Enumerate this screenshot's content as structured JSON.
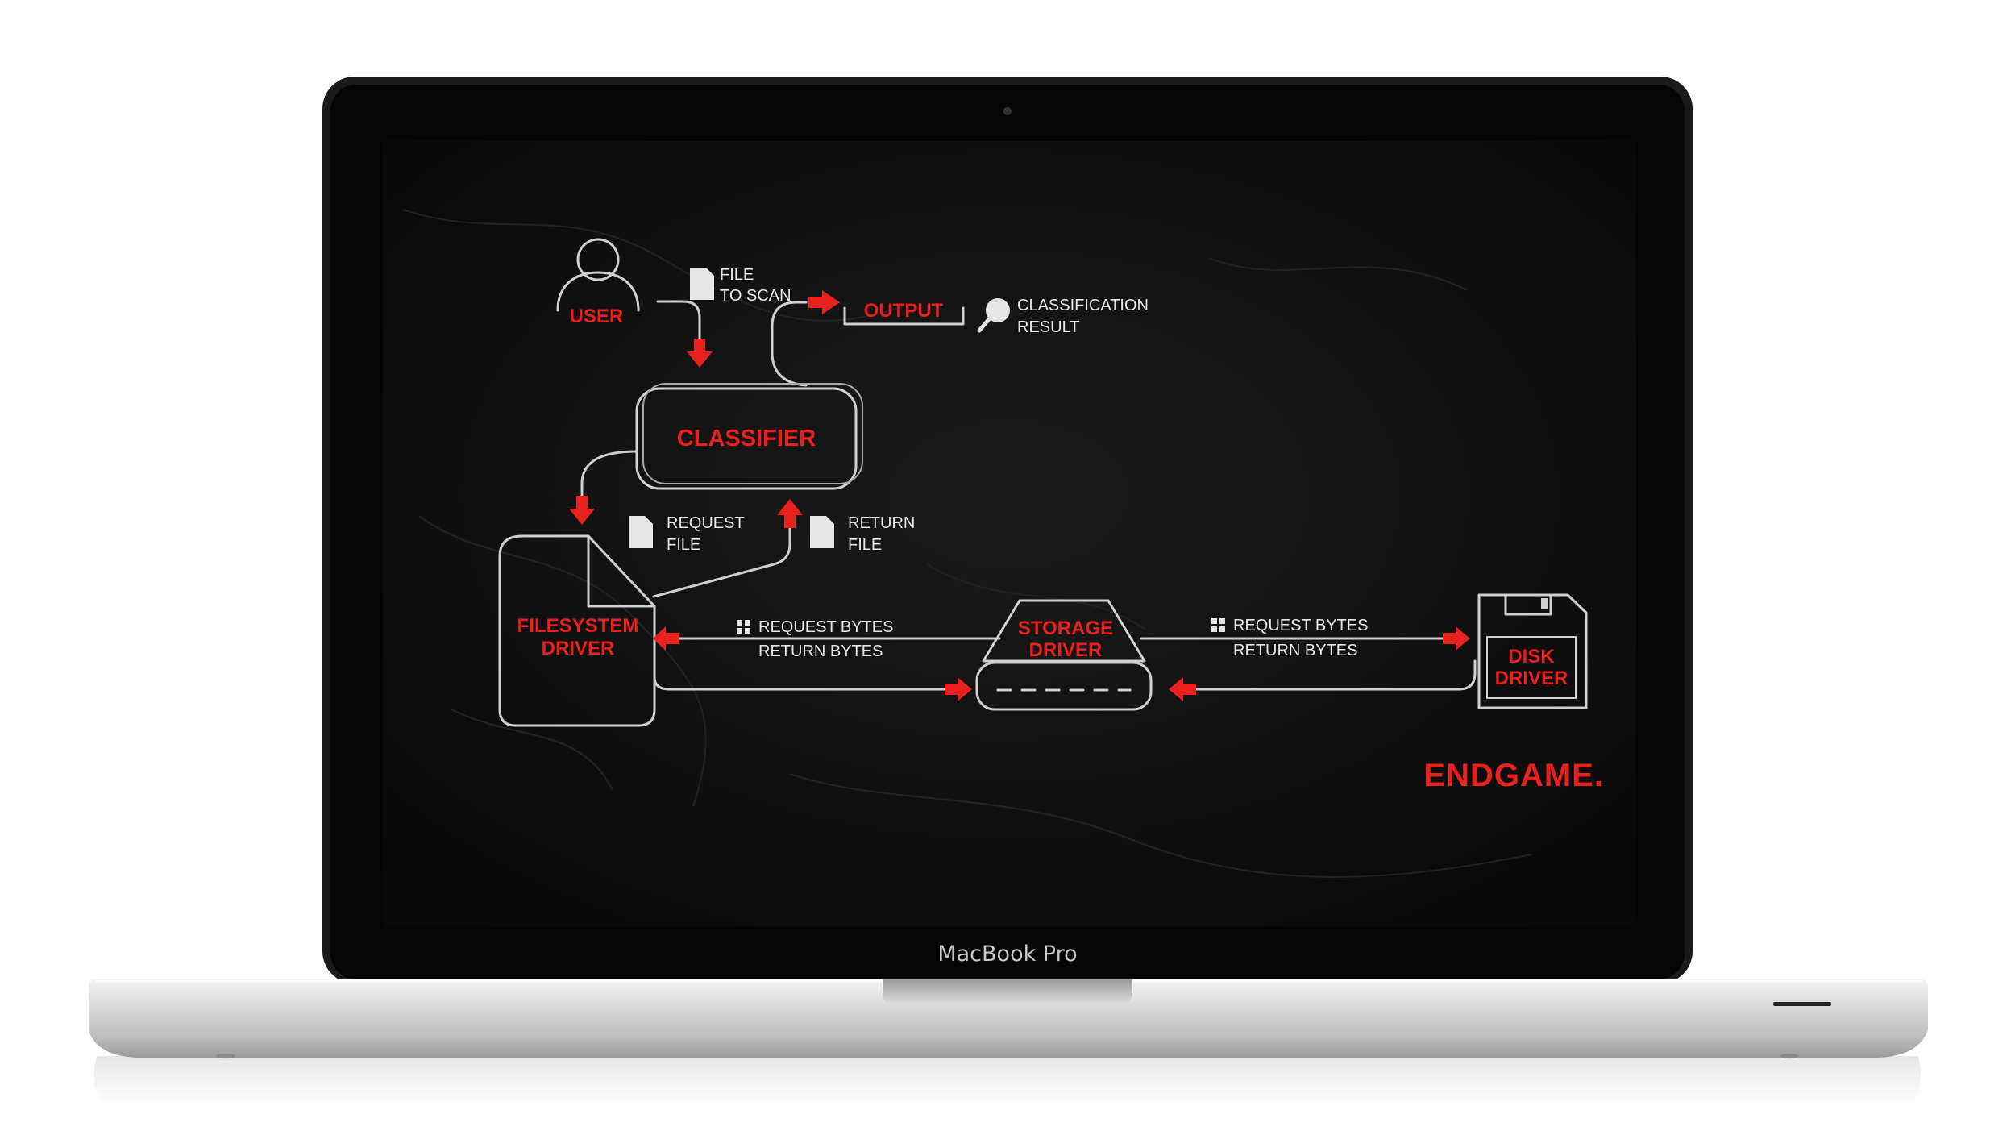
{
  "device": {
    "bezel_label": "MacBook Pro"
  },
  "colors": {
    "accent": "#e8201e",
    "line": "#d0d0d0",
    "screen_bg": "#0c0c0c",
    "text": "#e6e6e6"
  },
  "diagram": {
    "nodes": {
      "user": "USER",
      "output": "OUTPUT",
      "classifier": "CLASSIFIER",
      "filesystem_driver": [
        "FILESYSTEM",
        "DRIVER"
      ],
      "storage_driver": [
        "STORAGE",
        "DRIVER"
      ],
      "disk_driver": [
        "DISK",
        "DRIVER"
      ]
    },
    "labels": {
      "file_to_scan": [
        "FILE",
        "TO SCAN"
      ],
      "classification_result": [
        "CLASSIFICATION",
        "RESULT"
      ],
      "request_file": [
        "REQUEST",
        "FILE"
      ],
      "return_file": [
        "RETURN",
        "FILE"
      ],
      "left_bytes": [
        "REQUEST BYTES",
        "RETURN BYTES"
      ],
      "right_bytes": [
        "REQUEST BYTES",
        "RETURN BYTES"
      ]
    },
    "icons": {
      "user": "person-icon",
      "file": "document-icon",
      "result": "magnifier-icon",
      "bytes": "grid-icon",
      "disk": "floppy-disk-icon"
    },
    "logo": "ENDGAME."
  }
}
